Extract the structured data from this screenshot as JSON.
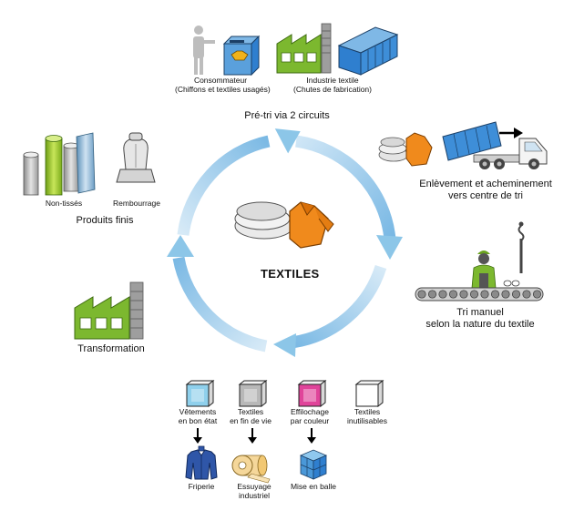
{
  "center": {
    "title": "TEXTILES"
  },
  "top": {
    "consumer": {
      "line1": "Consommateur",
      "line2": "(Chiffons et textiles usagés)"
    },
    "industry": {
      "line1": "Industrie textile",
      "line2": "(Chutes de fabrication)"
    },
    "step": "Pré-tri via 2 circuits"
  },
  "right_top": {
    "line1": "Enlèvement et acheminement",
    "line2": "vers centre de tri"
  },
  "right_mid": {
    "line1": "Tri manuel",
    "line2": "selon la nature du textile"
  },
  "left_top": {
    "item1": "Non-tissés",
    "item2": "Rembourrage",
    "step": "Produits finis"
  },
  "left_mid": {
    "step": "Transformation"
  },
  "bottom": {
    "categories": [
      {
        "line1": "Vêtements",
        "line2": "en bon état",
        "color": "#8fd0ec"
      },
      {
        "line1": "Textiles",
        "line2": "en fin de vie",
        "color": "#b8b8b8"
      },
      {
        "line1": "Effilochage",
        "line2": "par couleur",
        "color": "#e0449a"
      },
      {
        "line1": "Textiles",
        "line2": "inutilisables",
        "color": "#ffffff"
      }
    ],
    "outcomes": [
      {
        "line1": "Friperie",
        "line2": ""
      },
      {
        "line1": "Essuyage",
        "line2": "industriel"
      },
      {
        "line1": "Mise en balle",
        "line2": ""
      }
    ]
  },
  "colors": {
    "arrow": "#8cc6e8",
    "factory_green": "#7cb82f",
    "truck_blue": "#2f7fcf",
    "shirt_orange": "#f08a1c"
  }
}
